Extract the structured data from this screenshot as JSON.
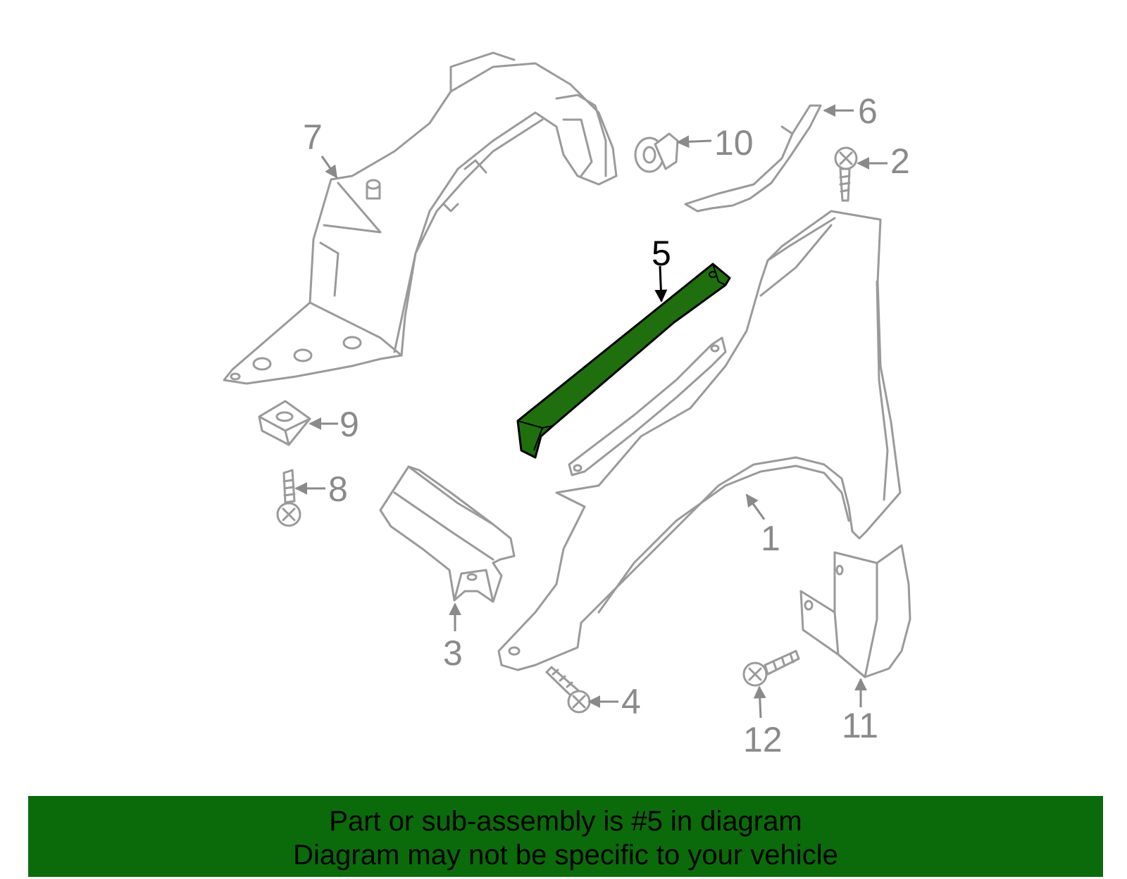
{
  "callouts": {
    "c1": "1",
    "c2": "2",
    "c3": "3",
    "c4": "4",
    "c5": "5",
    "c6": "6",
    "c7": "7",
    "c8": "8",
    "c9": "9",
    "c10": "10",
    "c11": "11",
    "c12": "12"
  },
  "highlight_part": "5",
  "colors": {
    "highlight": "#1f6f0f",
    "banner": "#0b6b0b",
    "outline": "#9a9a9a"
  },
  "banner": {
    "line1": "Part or sub-assembly is #5 in diagram",
    "line2": "Diagram may not be specific to your vehicle"
  }
}
